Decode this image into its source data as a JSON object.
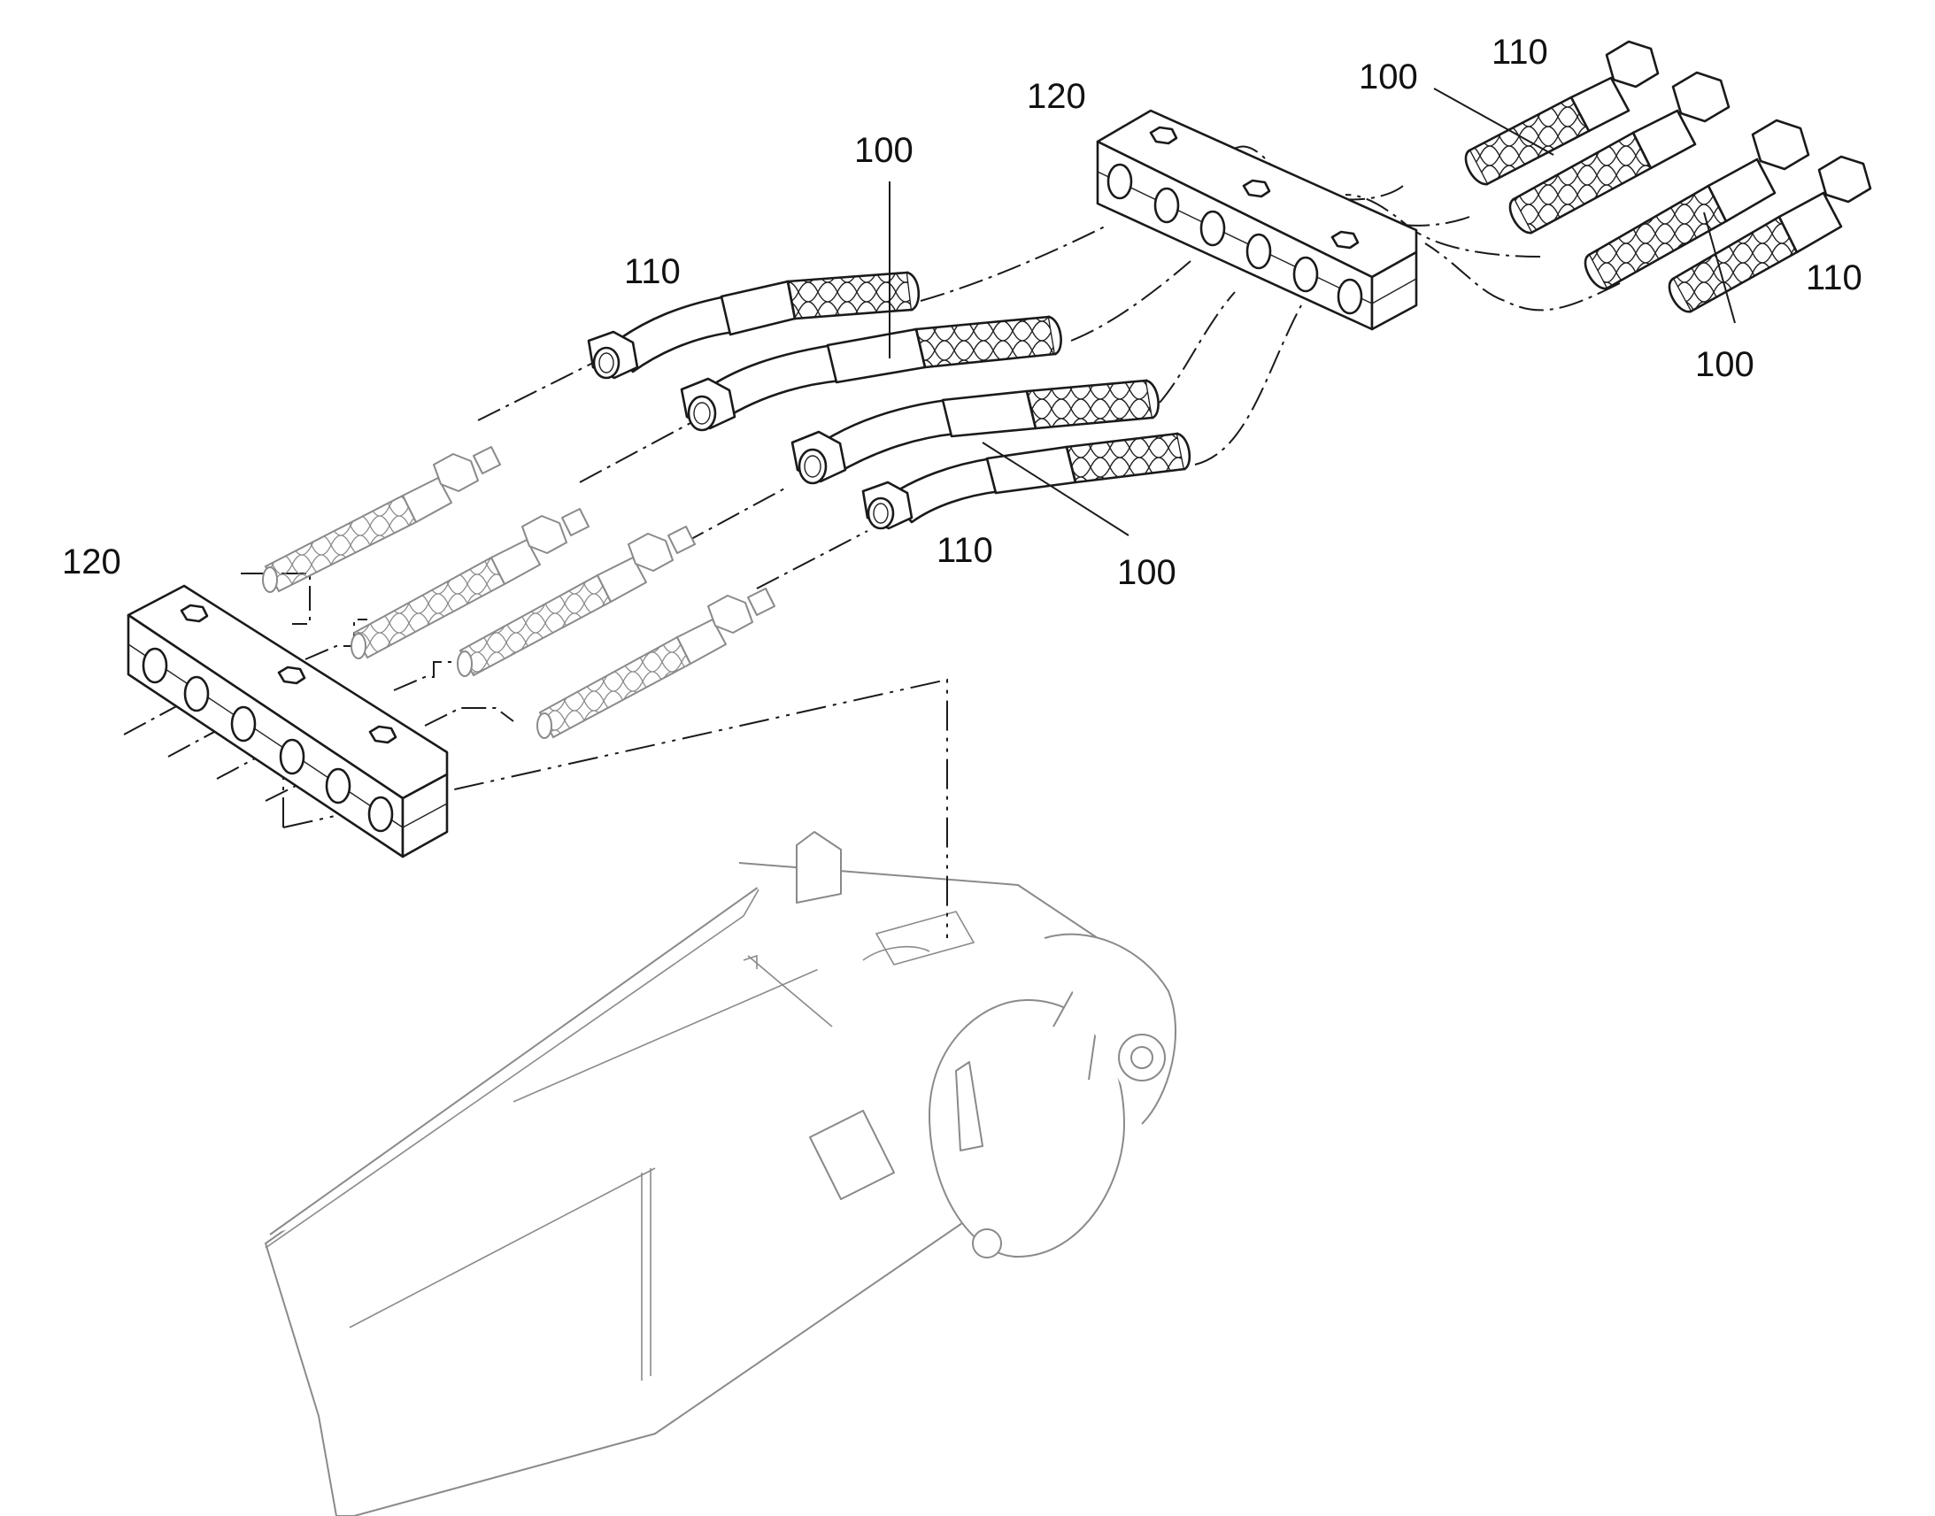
{
  "labels": {
    "block_left": "120",
    "block_right": "120",
    "hose_mid_top": "100",
    "fitting_mid_top": "110",
    "fitting_mid_bottom": "110",
    "hose_mid_bottom": "100",
    "hose_right_top": "100",
    "fitting_right_top": "110",
    "fitting_right_bottom": "110",
    "hose_right_bottom": "100"
  },
  "colors": {
    "ink": "#1a1a1a",
    "ghost": "#8a8a8a",
    "background": "#ffffff"
  }
}
